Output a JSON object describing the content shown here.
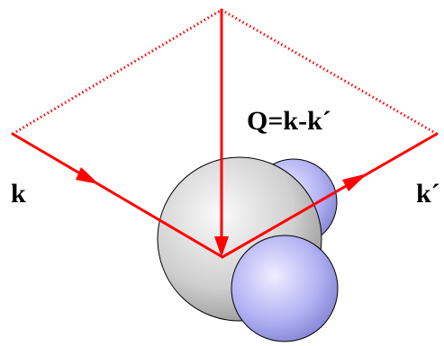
{
  "labels": {
    "incident": "k",
    "scattered": "k´",
    "transfer": "Q=k-k´"
  },
  "colors": {
    "vector": "#ff0000",
    "dotted_guide": "#ff0000",
    "large_sphere": "#cccccc",
    "small_sphere": "#aaaaff",
    "sphere_outline": "#000000",
    "text": "#000000",
    "background": "#ffffff"
  }
}
